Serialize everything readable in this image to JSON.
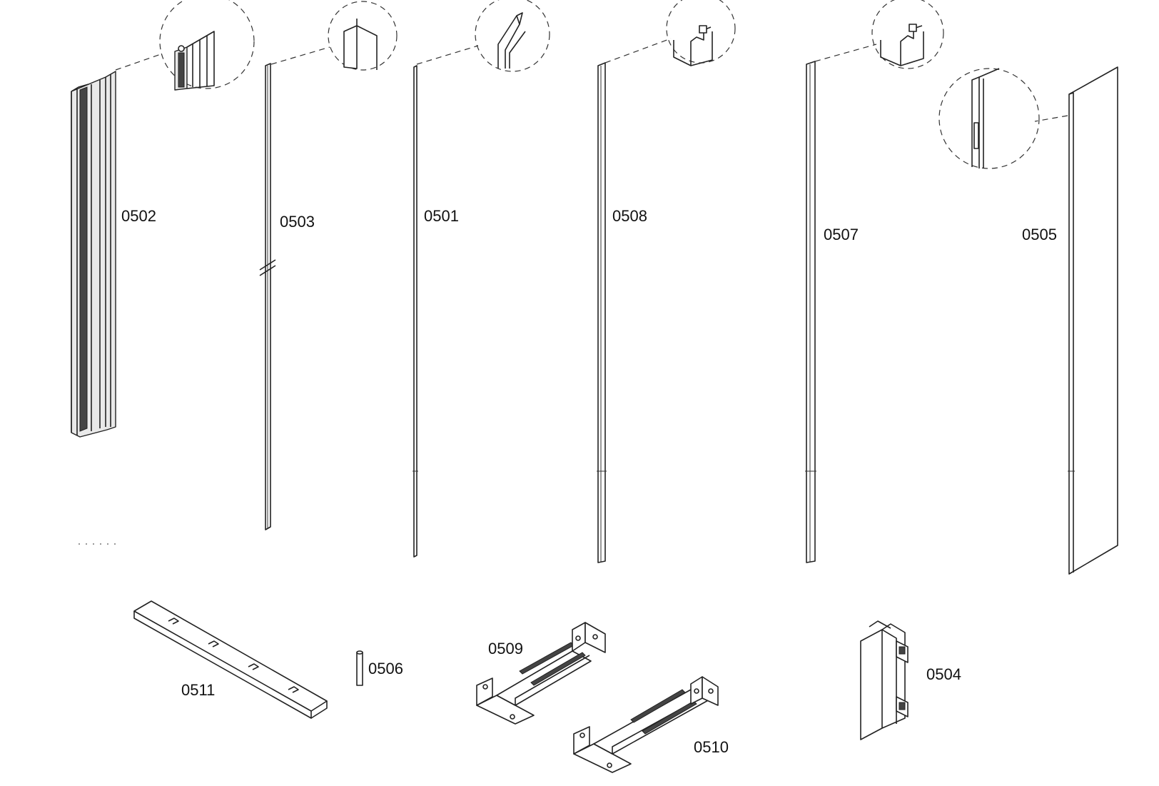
{
  "parts": [
    {
      "id": "0502"
    },
    {
      "id": "0503"
    },
    {
      "id": "0501"
    },
    {
      "id": "0508"
    },
    {
      "id": "0507"
    },
    {
      "id": "0505"
    },
    {
      "id": "0511"
    },
    {
      "id": "0506"
    },
    {
      "id": "0509"
    },
    {
      "id": "0510"
    },
    {
      "id": "0504"
    }
  ]
}
